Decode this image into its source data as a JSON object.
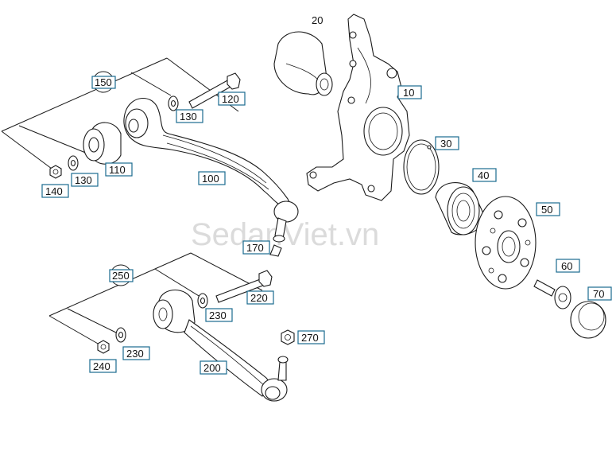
{
  "watermark": "SedanViet.vn",
  "callouts": {
    "c10": "10",
    "c20": "20",
    "c30": "30",
    "c40": "40",
    "c50": "50",
    "c60": "60",
    "c70": "70",
    "c100": "100",
    "c110": "110",
    "c120": "120",
    "c130a": "130",
    "c130b": "130",
    "c140": "140",
    "c150": "150",
    "c170": "170",
    "c200": "200",
    "c220": "220",
    "c230a": "230",
    "c230b": "230",
    "c240": "240",
    "c250": "250",
    "c270": "270"
  }
}
